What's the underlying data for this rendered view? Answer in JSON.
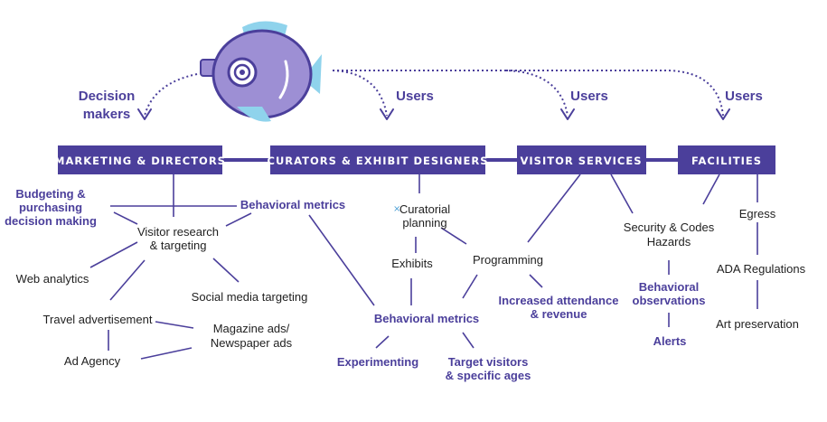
{
  "audiences": {
    "decision_makers_line1": "Decision",
    "decision_makers_line2": "makers",
    "users_1": "Users",
    "users_2": "Users",
    "users_3": "Users"
  },
  "headers": {
    "marketing": "MARKETING & DIRECTORS",
    "curators": "CURATORS & EXHIBIT DESIGNERS",
    "visitor_services": "VISITOR SERVICES",
    "facilities": "FACILITIES"
  },
  "marketing": {
    "budgeting_line1": "Budgeting &",
    "budgeting_line2": "purchasing",
    "budgeting_line3": "decision making",
    "behavioral_metrics": "Behavioral metrics",
    "visitor_research_line1": "Visitor research",
    "visitor_research_line2": "& targeting",
    "web_analytics": "Web analytics",
    "social_media": "Social media targeting",
    "travel_ad": "Travel advertisement",
    "magazine_line1": "Magazine ads/",
    "magazine_line2": "Newspaper ads",
    "ad_agency": "Ad Agency"
  },
  "curators": {
    "curatorial_line1": "Curatorial",
    "curatorial_line2": "planning",
    "exhibits": "Exhibits",
    "programming": "Programming",
    "behavioral_metrics": "Behavioral metrics",
    "increased_line1": "Increased attendance",
    "increased_line2": "& revenue",
    "experimenting": "Experimenting",
    "target_line1": "Target visitors",
    "target_line2": "& specific ages"
  },
  "visitor_services": {
    "security_line1": "Security & Codes",
    "security_line2": "Hazards",
    "behavioral_obs_line1": "Behavioral",
    "behavioral_obs_line2": "observations",
    "alerts": "Alerts"
  },
  "facilities": {
    "egress": "Egress",
    "ada": "ADA Regulations",
    "art": "Art preservation"
  },
  "colors": {
    "primary": "#4b3f9b",
    "fish_body": "#9d8fd4",
    "fin": "#8fd3ec",
    "text": "#1f1f1f"
  }
}
